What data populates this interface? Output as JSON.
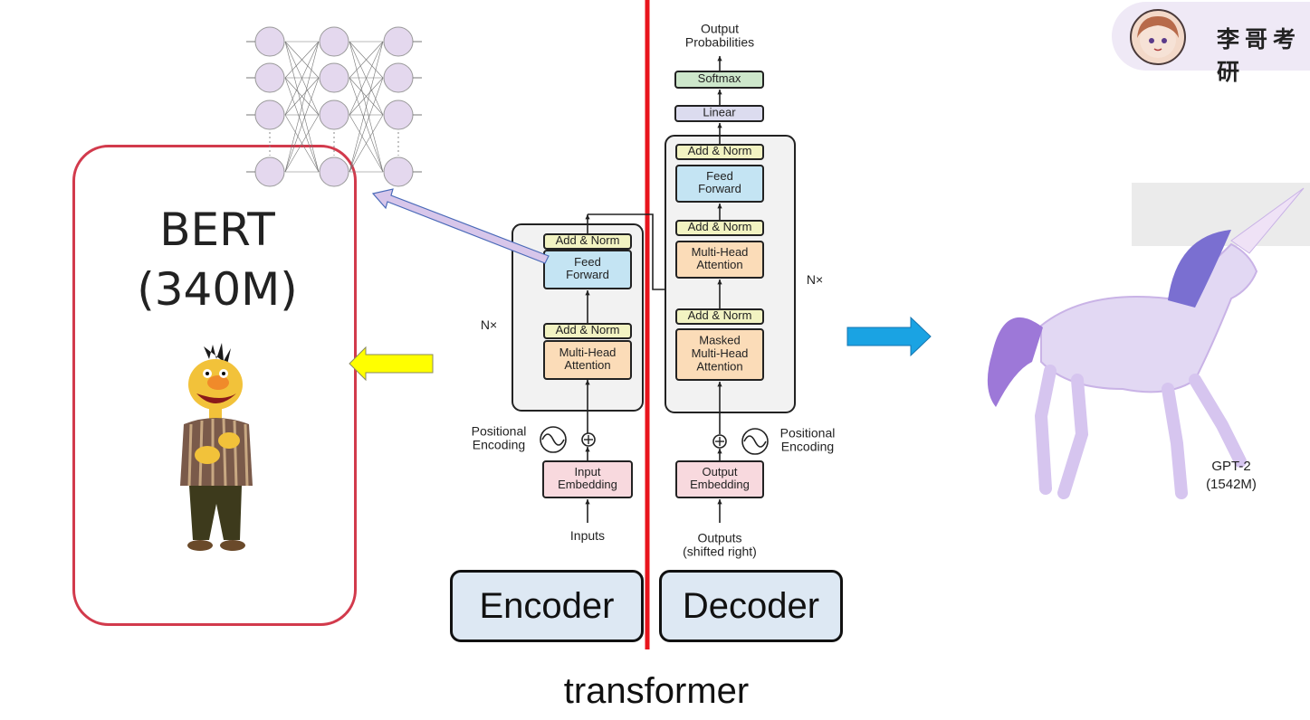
{
  "brand": {
    "name": "李哥考研",
    "avatar_icon": "anime-girl-avatar-icon"
  },
  "bert": {
    "title": "BERT",
    "params": "(340M)",
    "mascot_icon": "bert-puppet-icon"
  },
  "gpt2": {
    "name": "GPT-2",
    "params": "(1542M)",
    "image_icon": "unicorn-icon"
  },
  "neural_net": {
    "icon": "neural-network-icon",
    "nodes_per_layer": 4,
    "layers": 3
  },
  "encoder_stack": {
    "blocks": [
      "Add & Norm",
      "Feed\nForward",
      "Add & Norm",
      "Multi-Head\nAttention"
    ],
    "repeat": "N×",
    "positional": "Positional\nEncoding",
    "embedding": "Input\nEmbedding",
    "input": "Inputs"
  },
  "decoder_stack": {
    "output_title": "Output\nProbabilities",
    "softmax": "Softmax",
    "linear": "Linear",
    "blocks": [
      "Add & Norm",
      "Feed\nForward",
      "Add & Norm",
      "Multi-Head\nAttention",
      "Add & Norm",
      "Masked\nMulti-Head\nAttention"
    ],
    "repeat": "N×",
    "positional": "Positional\nEncoding",
    "embedding": "Output\nEmbedding",
    "input": "Outputs\n(shifted right)"
  },
  "labels": {
    "encoder": "Encoder",
    "decoder": "Decoder",
    "caption": "transformer"
  },
  "colors": {
    "divider": "#e8141c",
    "addnorm": "#f2f3c2",
    "feedforward": "#c4e4f3",
    "attention": "#fbdcb8",
    "embedding": "#f8d9de",
    "softmax": "#cde7cb",
    "linear": "#dcdcef",
    "bert_border": "#d23a4c",
    "yellow_arrow": "#ffff00",
    "blue_arrow": "#1aa3e3",
    "nn_arrow": "#d7c6ea"
  }
}
